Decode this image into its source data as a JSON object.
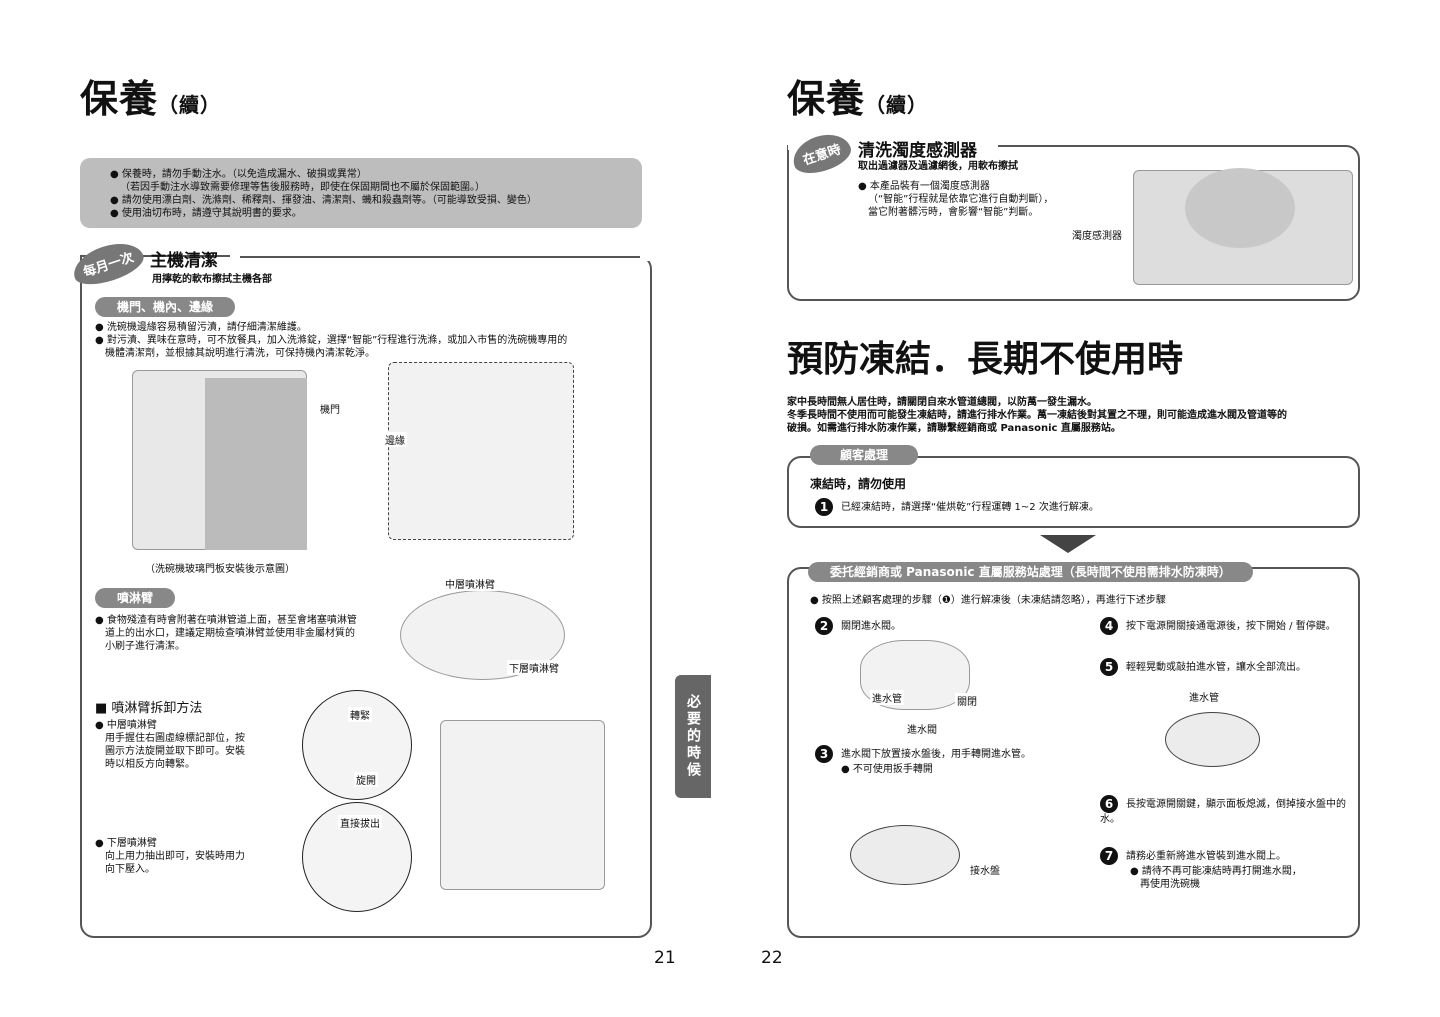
{
  "left": {
    "title": "保養",
    "title_suffix": "（續）",
    "notice": [
      "● 保養時，請勿手動注水。（以免造成漏水、破損或異常）",
      "（若因手動注水導致需要修理等售後服務時，即使在保固期間也不屬於保固範圍。）",
      "● 請勿使用漂白劑、洗滌劑、稀釋劑、揮發油、清潔劑、蟣和殺蟲劑等。（可能導致受損、變色）",
      "● 使用油切布時，請遵守其說明書的要求。"
    ],
    "badge": "每月一次",
    "section_title": "主機清潔",
    "section_sub": "用擰乾的軟布擦拭主機各部",
    "pill1": "機門、機內、邊緣",
    "door_text": [
      "● 洗碗機邊緣容易積留污漬，請仔細清潔維護。",
      "● 對污漬、異味在意時，可不放餐具，加入洗滌錠，選擇“智能”行程進行洗滌，或加入市售的洗碗機專用的",
      "機體清潔劑，並根據其說明進行清洗，可保持機內清潔乾淨。"
    ],
    "label_door": "機門",
    "label_edge": "邊緣",
    "caption": "（洗碗機玻璃門板安裝後示意圖）",
    "pill2": "噴淋臂",
    "arm_text": [
      "● 食物殘渣有時會附著在噴淋管道上面，甚至會堵塞噴淋管",
      "道上的出水口，建議定期檢查噴淋臂並使用非金屬材質的",
      "小刷子進行清潔。"
    ],
    "label_mid_arm": "中層噴淋臂",
    "label_low_arm": "下層噴淋臂",
    "remove_title": "■ 噴淋臂拆卸方法",
    "mid_text": [
      "● 中層噴淋臂",
      "用手握住右圖虛線標記部位，按",
      "圖示方法旋開並取下即可。安裝",
      "時以相反方向轉緊。"
    ],
    "low_text": [
      "● 下層噴淋臂",
      "向上用力抽出即可，安裝時用力",
      "向下壓入。"
    ],
    "label_tighten": "轉緊",
    "label_loosen": "旋開",
    "label_pull": "直接拔出",
    "page_number": "21"
  },
  "side_tab": "必要的時候",
  "right": {
    "title": "保養",
    "title_suffix": "（續）",
    "sensor": {
      "badge": "在意時",
      "title": "清洗濁度感測器",
      "sub": "取出過濾器及過濾網後，用軟布擦拭",
      "text": [
        "● 本產品裝有一個濁度感測器",
        "（“智能”行程就是依靠它進行自動判斷），",
        "當它附著髒污時，會影響“智能”判斷。"
      ],
      "label": "濁度感測器"
    },
    "freeze_title": "預防凍結．長期不使用時",
    "intro": [
      "家中長時間無人居住時，請關閉自來水管道總閥，以防萬一發生漏水。",
      "冬季長時間不使用而可能發生凍結時，請進行排水作業。萬一凍結後對其置之不理，則可能造成進水閥及管道等的",
      "破損。如需進行排水防凍作業，請聯繫經銷商或 Panasonic 直屬服務站。"
    ],
    "customer": {
      "pill": "顧客處理",
      "title": "凍結時，請勿使用",
      "step1_num": "1",
      "step1": "已經凍結時，請選擇“催烘乾”行程運轉 1~2 次進行解凍。"
    },
    "dealer": {
      "pill": "委托經銷商或 Panasonic 直屬服務站處理（長時間不使用需排水防凍時）",
      "note": "● 按照上述顧客處理的步驟（❶）進行解凍後（未凍結請忽略），再進行下述步驟",
      "steps": [
        {
          "n": "2",
          "text": "關閉進水閥。"
        },
        {
          "n": "3",
          "text": "進水閥下放置接水盤後，用手轉開進水管。",
          "sub": "● 不可使用扳手轉開"
        },
        {
          "n": "4",
          "text": "按下電源開關接通電源後，按下開始 / 暫停鍵。"
        },
        {
          "n": "5",
          "text": "輕輕晃動或敲拍進水管，讓水全部流出。"
        },
        {
          "n": "6",
          "text": "長按電源開關鍵，顯示面板熄滅，倒掉接水盤中的水。"
        },
        {
          "n": "7",
          "text": "請務必重新將進水管裝到進水閥上。",
          "sub": "● 請待不再可能凍結時再打開進水閥，",
          "sub2": "再使用洗碗機"
        }
      ],
      "label_hose": "進水管",
      "label_close": "關閉",
      "label_valve": "進水閥",
      "label_tray": "接水盤",
      "label_hose2": "進水管"
    },
    "page_number": "22"
  }
}
